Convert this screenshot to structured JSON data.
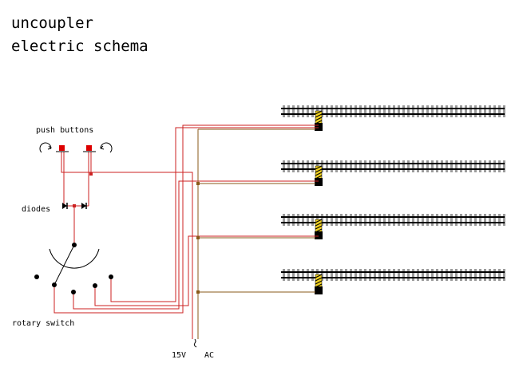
{
  "title": {
    "line1": "uncoupler",
    "line2": "electric schema"
  },
  "labels": {
    "push_buttons": "push buttons",
    "diodes": "diodes",
    "rotary_switch": "rotary switch",
    "voltage": "15V",
    "current": "AC"
  },
  "colors": {
    "red_wire": "#cc2222",
    "brown_wire": "#8a5a1a",
    "rail": "#000000",
    "sleeper": "#9a9a9a",
    "node": "#000000",
    "uncoupler": "#000000",
    "hazard_yellow": "#f0d020"
  },
  "tracks": [
    {
      "id": 1
    },
    {
      "id": 2
    },
    {
      "id": 3
    },
    {
      "id": 4
    }
  ]
}
